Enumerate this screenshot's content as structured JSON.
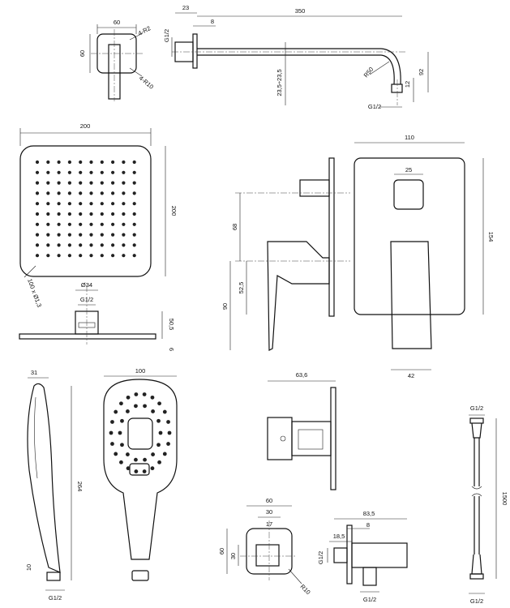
{
  "dimensions": {
    "wall_block_width": "60",
    "wall_block_height": "60",
    "wall_block_corner_radius": "4-R2",
    "wall_block_radius": "4-R10",
    "arm_flange": "23",
    "arm_length": "350",
    "arm_thread": "G1/2",
    "arm_flange_depth": "8",
    "arm_tube": "23,5÷23,5",
    "arm_bend_radius": "R50",
    "arm_outlet_thread": "G1/2",
    "arm_drop": "92",
    "arm_outlet_height": "12",
    "head_width": "200",
    "head_height": "200",
    "head_nozzles": "100 x Ø1,3",
    "head_connector_diameter": "Ø34",
    "head_connector_thread": "G1/2",
    "head_connector_height": "50,5",
    "head_plate_thickness": "6",
    "mixer_cover_width": "110",
    "mixer_knob_width": "25",
    "mixer_cover_height": "154",
    "mixer_lever_width": "42",
    "mixer_axis_spacing": "68",
    "mixer_lever_offset": "52,5",
    "mixer_lever_height": "90",
    "mixer_body_depth": "63,6",
    "handshower_depth": "31",
    "handshower_length": "264",
    "handshower_neck": "10",
    "handshower_thread": "G1/2",
    "handshower_width": "100",
    "elbow_width": "60",
    "elbow_inner": "30",
    "elbow_port": "17",
    "elbow_height": "60",
    "elbow_inner_height": "30",
    "elbow_radius": "R10",
    "elbow_depth": "83,5",
    "elbow_flange": "8",
    "elbow_offset": "18,5",
    "elbow_side_thread": "G1/2",
    "elbow_bottom_thread": "G1/2",
    "hose_top_thread": "G1/2",
    "hose_length": "1500",
    "hose_bottom_thread": "G1/2"
  }
}
